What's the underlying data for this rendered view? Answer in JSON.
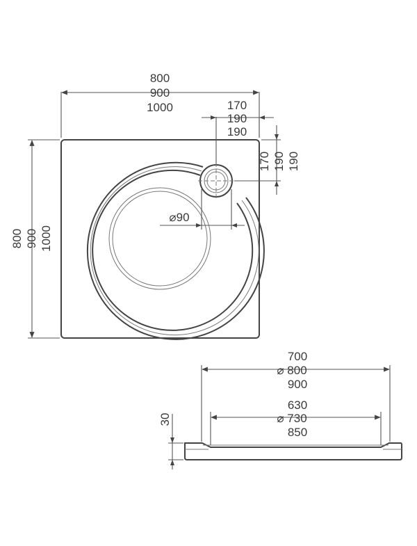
{
  "top_view": {
    "width_dims": [
      "800",
      "900",
      "1000"
    ],
    "height_dims": [
      "800",
      "900",
      "1000"
    ],
    "drain_offset_x": [
      "170",
      "190",
      "190"
    ],
    "drain_offset_y": [
      "170",
      "190",
      "190"
    ],
    "drain_diameter": "⌀90"
  },
  "side_view": {
    "outer_dims": [
      "700",
      "⌀ 800",
      "900"
    ],
    "inner_dims": [
      "630",
      "⌀ 730",
      "850"
    ],
    "height_dim": "30"
  }
}
